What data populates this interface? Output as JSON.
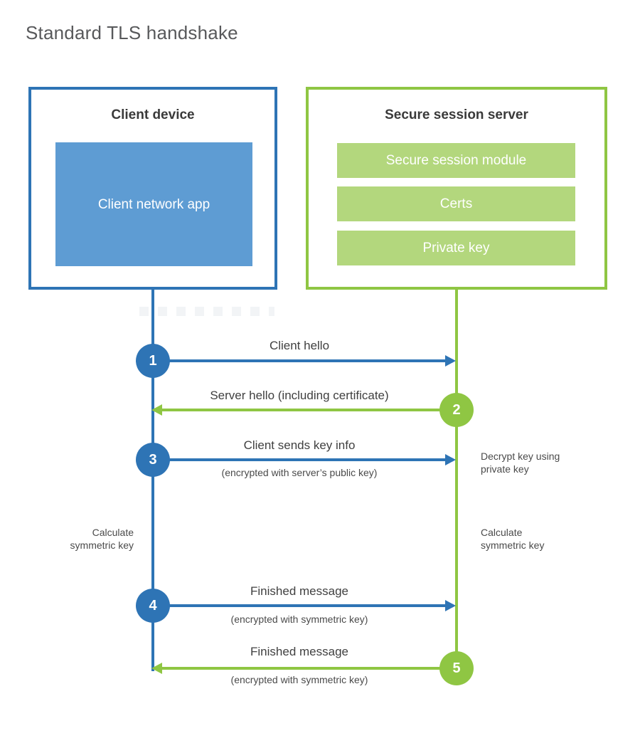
{
  "page": {
    "title": "Standard TLS handshake"
  },
  "colors": {
    "blue": "#2e74b5",
    "blue_fill": "#5e9cd3",
    "green": "#8fc643",
    "green_fill": "#b3d77d",
    "heading_text": "#3a3a3a",
    "label_text": "#404040",
    "title_text": "#58595b",
    "white_text": "#ffffff"
  },
  "client_box": {
    "title": "Client device",
    "module": "Client network app"
  },
  "server_box": {
    "title": "Secure session server",
    "modules": [
      "Secure session module",
      "Certs",
      "Private key"
    ]
  },
  "steps": [
    {
      "num": "1",
      "actor": "client",
      "direction": "right",
      "label": "Client hello",
      "sublabel": ""
    },
    {
      "num": "2",
      "actor": "server",
      "direction": "left",
      "label": "Server hello (including certificate)",
      "sublabel": ""
    },
    {
      "num": "3",
      "actor": "client",
      "direction": "right",
      "label": "Client sends key info",
      "sublabel": "(encrypted with server’s public key)"
    },
    {
      "num": "4",
      "actor": "client",
      "direction": "right",
      "label": "Finished message",
      "sublabel": "(encrypted with symmetric key)"
    },
    {
      "num": "5",
      "actor": "server",
      "direction": "left",
      "label": "Finished message",
      "sublabel": "(encrypted with symmetric key)"
    }
  ],
  "annotations": {
    "decrypt_note": [
      "Decrypt key using",
      "private key"
    ],
    "client_calc_note": [
      "Calculate",
      "symmetric key"
    ],
    "server_calc_note": [
      "Calculate",
      "symmetric key"
    ]
  }
}
